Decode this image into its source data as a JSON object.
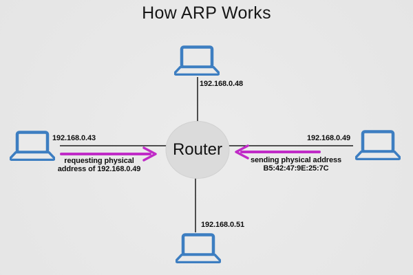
{
  "title": "How ARP Works",
  "router": {
    "label": "Router"
  },
  "nodes": {
    "top": {
      "ip": "192.168.0.48"
    },
    "left": {
      "ip": "192.168.0.43"
    },
    "right": {
      "ip": "192.168.0.49"
    },
    "bottom": {
      "ip": "192.168.0.51"
    }
  },
  "messages": {
    "request": {
      "line1": "requesting physical",
      "line2": "address of 192.168.0.49",
      "direction": "left-host-to-router"
    },
    "reply": {
      "line1": "sending physical address",
      "line2": "B5:42:47:9E:25:7C",
      "direction": "right-host-to-router"
    }
  },
  "colors": {
    "background": "#e8e8e8",
    "laptop_blue": "#3d7ec1",
    "arrow_magenta": "#c02bc7",
    "router_fill": "#dbdbdb",
    "line_black": "#1a1a1a"
  }
}
